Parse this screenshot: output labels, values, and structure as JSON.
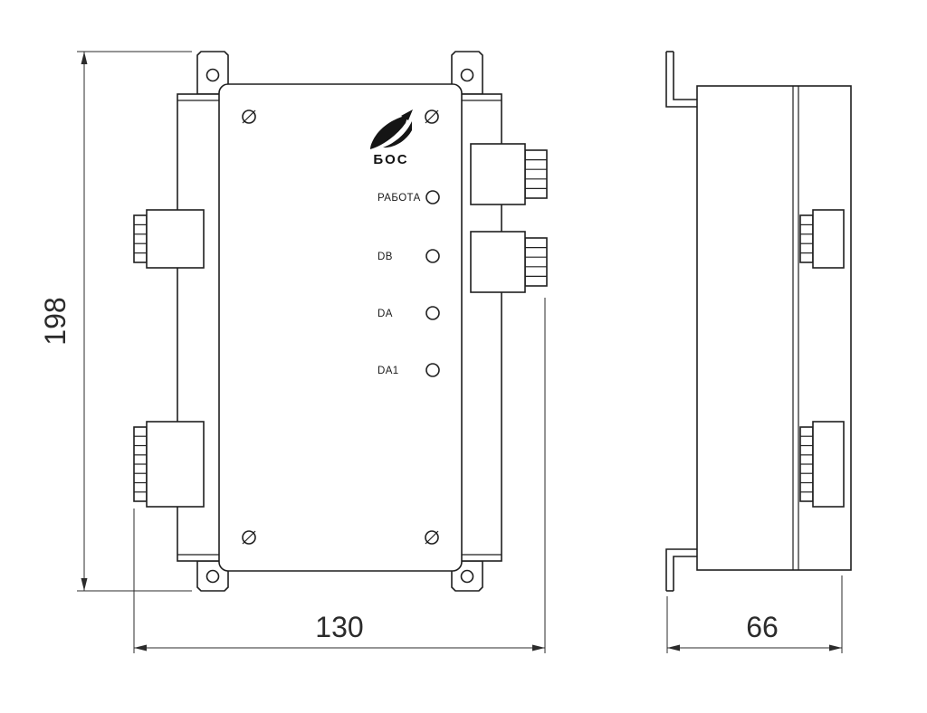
{
  "drawing": {
    "brand": {
      "label": "БОС",
      "logo_icon": "bird-logo-icon"
    },
    "front_view": {
      "leds": [
        {
          "label": "РАБОТА"
        },
        {
          "label": "DB"
        },
        {
          "label": "DA"
        },
        {
          "label": "DA1"
        }
      ]
    },
    "dimensions": {
      "height_mm": "198",
      "width_mm": "130",
      "depth_mm": "66"
    },
    "colors": {
      "line": "#1f1f1f",
      "background": "#ffffff"
    }
  }
}
